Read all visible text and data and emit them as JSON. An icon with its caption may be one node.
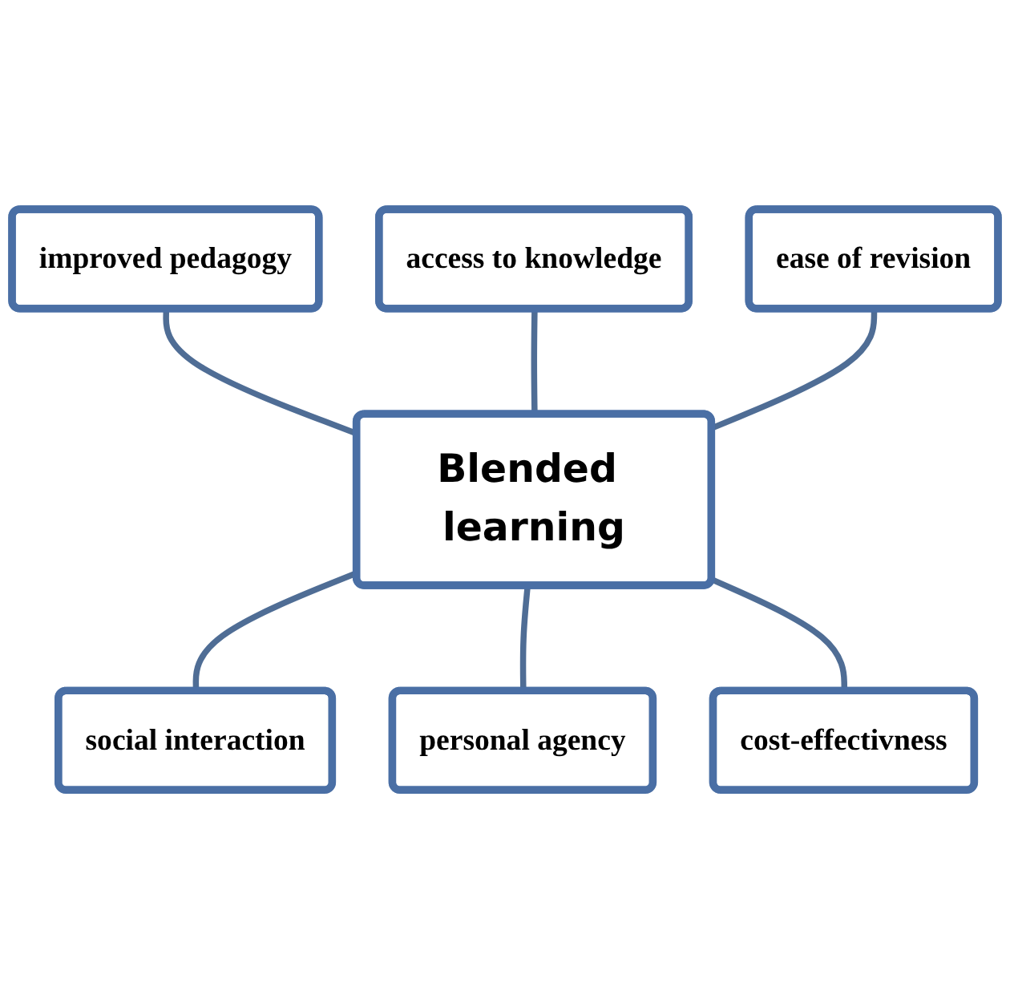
{
  "diagram": {
    "nodes": [
      {
        "text": [
          "Blended learning"
        ]
      },
      {
        "text": [
          "improved pedagogy"
        ]
      },
      {
        "text": [
          "access to knowledge"
        ]
      },
      {
        "text": [
          "social interaction"
        ]
      },
      {
        "text": [
          "personal agency"
        ]
      },
      {
        "text": [
          "cost-effectivness"
        ]
      },
      {
        "text": [
          "ease of revision"
        ]
      }
    ],
    "edges": [
      {
        "from": 0,
        "to": 1,
        "arrow": "none"
      },
      {
        "from": 0,
        "to": 2,
        "arrow": "none"
      },
      {
        "from": 0,
        "to": 3,
        "arrow": "none"
      },
      {
        "from": 0,
        "to": 4,
        "arrow": "none"
      },
      {
        "from": 0,
        "to": 5,
        "arrow": "none"
      },
      {
        "from": 0,
        "to": 6,
        "arrow": "none"
      }
    ]
  }
}
